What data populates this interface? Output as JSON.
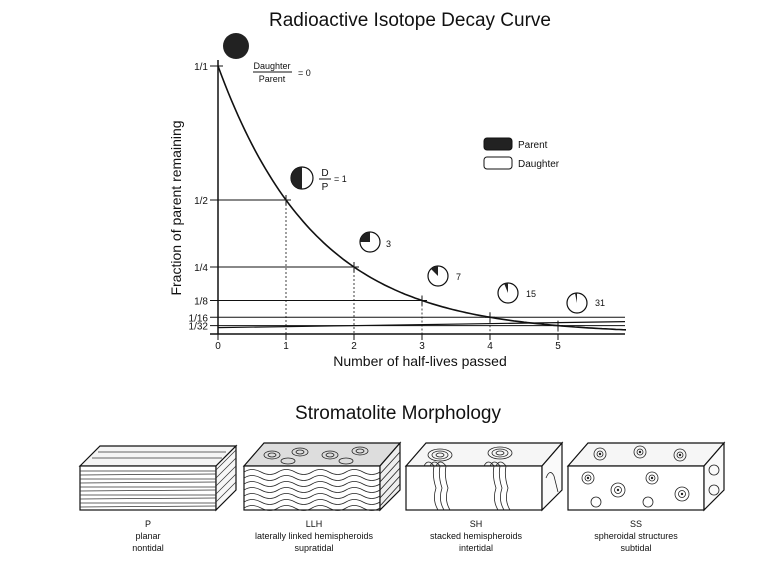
{
  "decay_chart": {
    "title": "Radioactive Isotope Decay Curve",
    "ylabel": "Fraction of parent remaining",
    "xlabel": "Number of half-lives passed",
    "ratio_label": {
      "numerator": "Daughter",
      "denominator": "Parent",
      "equals": "= 0"
    },
    "ratio_label_dp": {
      "numerator": "D",
      "denominator": "P",
      "equals": "= 1"
    },
    "pie_labels": [
      "3",
      "7",
      "15",
      "31"
    ],
    "legend": {
      "parent": "Parent",
      "daughter": "Daughter"
    },
    "colors": {
      "parent": "#222222",
      "daughter": "#ffffff",
      "line": "#111111"
    }
  },
  "chart_data": {
    "type": "line",
    "title": "Radioactive Isotope Decay Curve",
    "xlabel": "Number of half-lives passed",
    "ylabel": "Fraction of parent remaining",
    "xlim": [
      0,
      6
    ],
    "ylim": [
      0,
      1
    ],
    "x_ticks": [
      "0",
      "1",
      "2",
      "3",
      "4",
      "5"
    ],
    "y_ticks": [
      {
        "label": "1/1",
        "value": 1
      },
      {
        "label": "1/2",
        "value": 0.5
      },
      {
        "label": "1/4",
        "value": 0.25
      },
      {
        "label": "1/8",
        "value": 0.125
      },
      {
        "label": "1/16",
        "value": 0.0625
      },
      {
        "label": "1/32",
        "value": 0.03125
      }
    ],
    "x": [
      0,
      1,
      2,
      3,
      4,
      5
    ],
    "series": [
      {
        "values": [
          1,
          0.5,
          0.25,
          0.125,
          0.0625,
          0.03125
        ]
      }
    ],
    "daughter_parent_ratios": [
      0,
      1,
      3,
      7,
      15,
      31
    ],
    "legend": [
      "Parent",
      "Daughter"
    ],
    "legend_position": "right"
  },
  "stromatolite": {
    "title": "Stromatolite Morphology",
    "types": [
      {
        "code": "P",
        "name": "planar",
        "setting": "nontidal"
      },
      {
        "code": "LLH",
        "name": "laterally linked hemispheroids",
        "setting": "supratidal"
      },
      {
        "code": "SH",
        "name": "stacked hemispheroids",
        "setting": "intertidal"
      },
      {
        "code": "SS",
        "name": "spheroidal structures",
        "setting": "subtidal"
      }
    ]
  }
}
